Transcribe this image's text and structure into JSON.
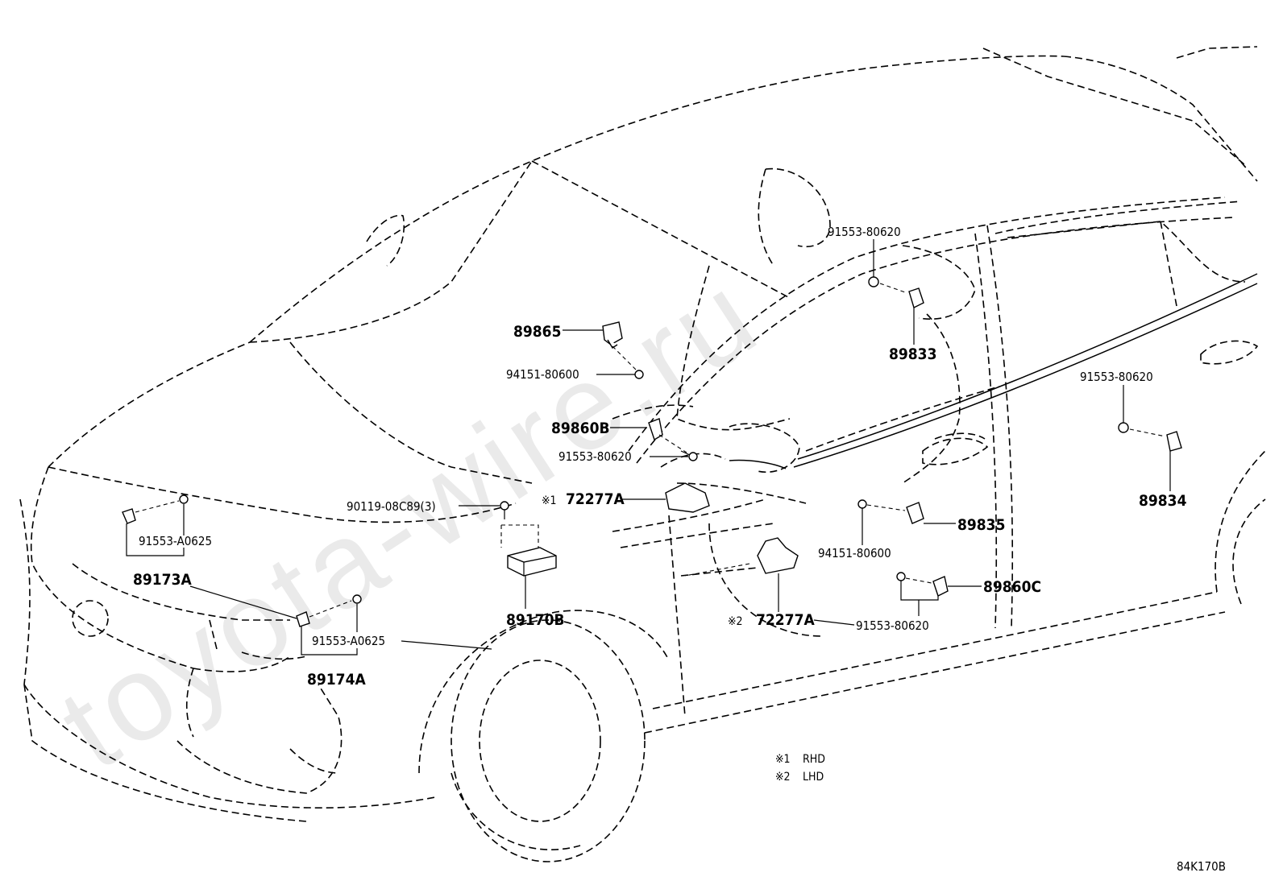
{
  "watermark": "toyota-wire.ru",
  "diagram_code": "84K170B",
  "notes": [
    {
      "mark": "※1",
      "text": "RHD"
    },
    {
      "mark": "※2",
      "text": "LHD"
    }
  ],
  "labels": {
    "p89865": "89865",
    "p94151_a": "94151-80600",
    "p89860B": "89860B",
    "p91553_80620_a": "91553-80620",
    "p90119": "90119-08C89(3)",
    "mark1": "※1",
    "p72277A_1": "72277A",
    "p91553_A0625_a": "91553-A0625",
    "p89173A": "89173A",
    "p89170B": "89170B",
    "p91553_A0625_b": "91553-A0625",
    "p89174A": "89174A",
    "p91553_80620_b": "91553-80620",
    "p89833": "89833",
    "p91553_80620_c": "91553-80620",
    "p89834": "89834",
    "p89835": "89835",
    "p94151_b": "94151-80600",
    "p89860C": "89860C",
    "mark2": "※2",
    "p72277A_2": "72277A",
    "p91553_80620_d": "91553-80620"
  }
}
